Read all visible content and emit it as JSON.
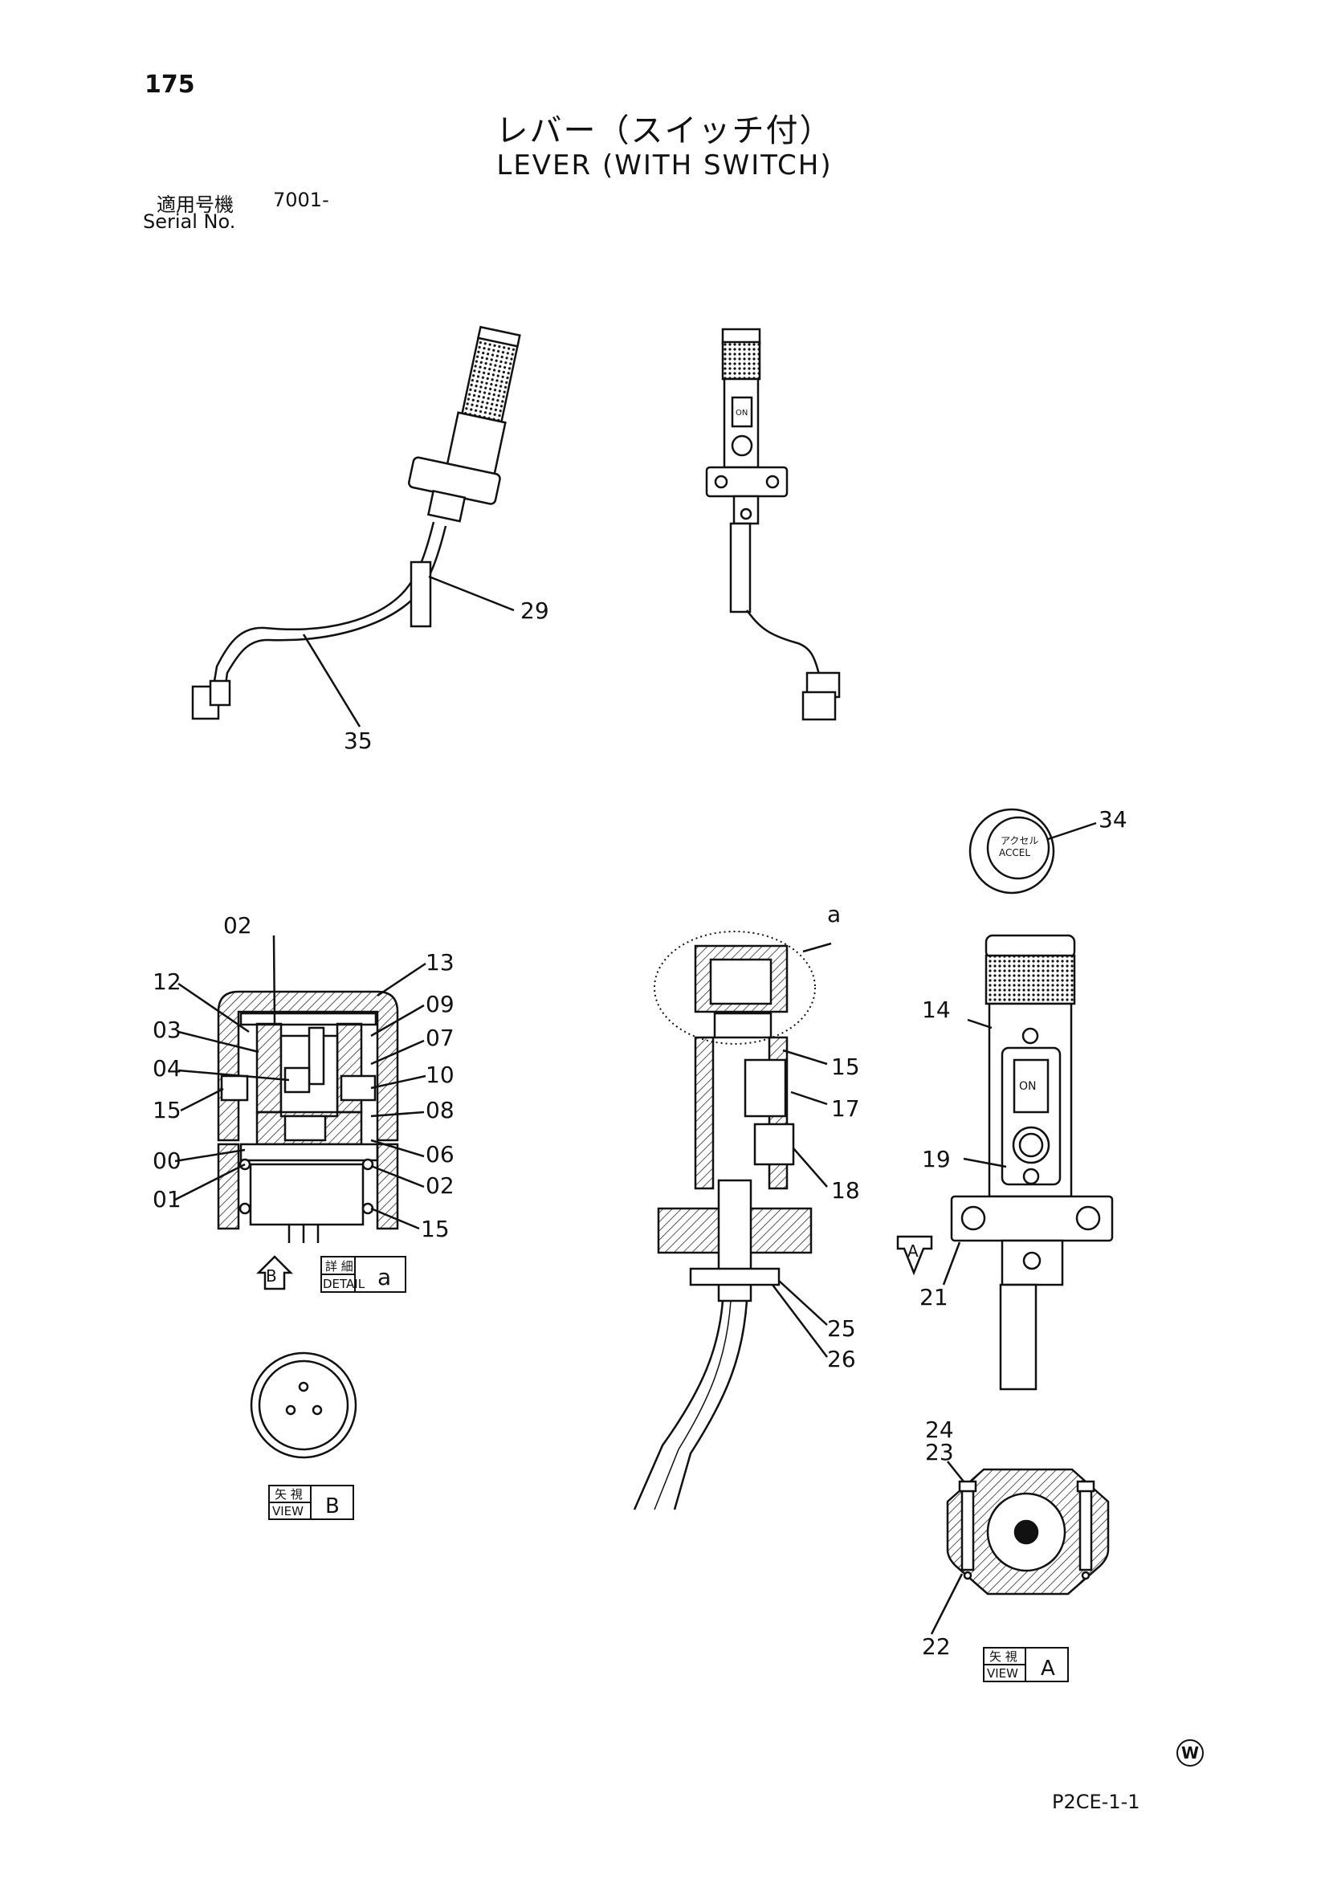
{
  "page": {
    "number": "175",
    "code": "P2CE-1-1",
    "mark": "W"
  },
  "title": {
    "ja": "レバー（スイッチ付）",
    "en": "LEVER (WITH SWITCH)"
  },
  "serial": {
    "label_ja": "適用号機",
    "value": "7001-",
    "label_en": "Serial No."
  },
  "callouts": {
    "c29": "29",
    "c35": "35",
    "c34": "34",
    "c02a": "02",
    "c12": "12",
    "c13": "13",
    "c09": "09",
    "c03": "03",
    "c07": "07",
    "c04": "04",
    "c10": "10",
    "c15a": "15",
    "c08": "08",
    "c06": "06",
    "c00": "00",
    "c02b": "02",
    "c01": "01",
    "c15b": "15",
    "ca": "a",
    "c15c": "15",
    "c17": "17",
    "c18": "18",
    "c25": "25",
    "c26": "26",
    "c14": "14",
    "c19": "19",
    "c21": "21",
    "c24": "24",
    "c23": "23",
    "c22": "22"
  },
  "view_boxes": {
    "detail_a": {
      "ja": "詳 細",
      "en": "DETAIL",
      "letter": "a"
    },
    "view_b": {
      "ja": "矢 視",
      "en": "VIEW",
      "letter": "B"
    },
    "view_a": {
      "ja": "矢 視",
      "en": "VIEW",
      "letter": "A"
    }
  },
  "arrows": {
    "b": "B",
    "a": "A"
  },
  "switch_text": {
    "on": "ON",
    "accel_ja": "アクセル",
    "accel_en": "ACCEL"
  }
}
